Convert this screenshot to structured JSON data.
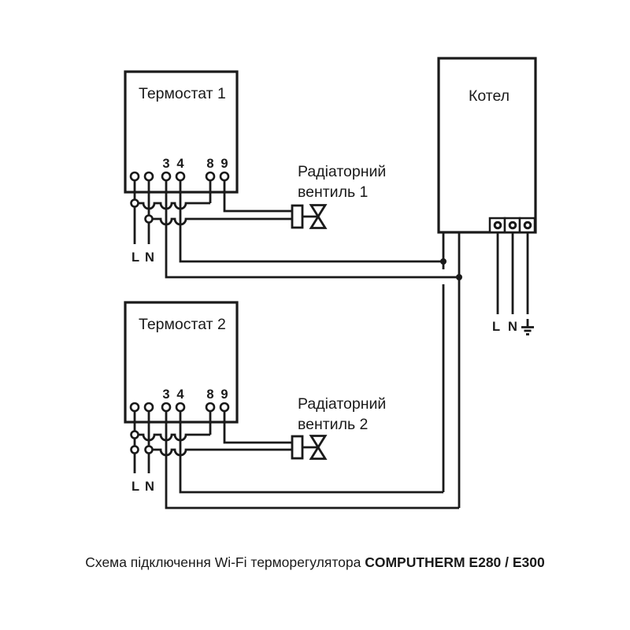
{
  "thermostat1": {
    "label": "Термостат 1",
    "terminal_numbers": [
      "3",
      "4",
      "8",
      "9"
    ],
    "line_label": "L",
    "neutral_label": "N"
  },
  "thermostat2": {
    "label": "Термостат 2",
    "terminal_numbers": [
      "3",
      "4",
      "8",
      "9"
    ],
    "line_label": "L",
    "neutral_label": "N"
  },
  "boiler": {
    "label": "Котел",
    "line_label": "L",
    "neutral_label": "N",
    "ground_icon": "earth-ground-symbol"
  },
  "valve1": {
    "label_line1": "Радіаторний",
    "label_line2": "вентиль 1"
  },
  "valve2": {
    "label_line1": "Радіаторний",
    "label_line2": "вентиль 2"
  },
  "caption": {
    "normal": "Схема підключення Wi-Fi терморегулятора ",
    "bold": "COMPUTHERM E280 / E300"
  },
  "colors": {
    "line": "#1a1a1a",
    "background": "#ffffff"
  }
}
